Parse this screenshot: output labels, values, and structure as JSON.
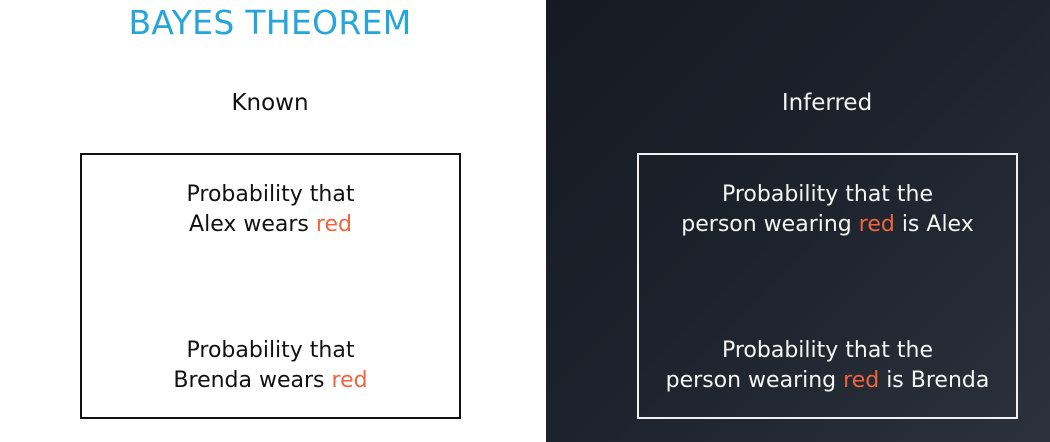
{
  "title": "BAYES THEOREM",
  "colors": {
    "title": "#25a5d9",
    "highlight": "#f0643f",
    "dark_panel": "#1c222b"
  },
  "known": {
    "heading": "Known",
    "statements": [
      {
        "line1": "Probability that",
        "line2_before": "Alex wears ",
        "highlight": "red",
        "line2_after": ""
      },
      {
        "line1": "Probability that",
        "line2_before": "Brenda wears ",
        "highlight": "red",
        "line2_after": ""
      }
    ]
  },
  "inferred": {
    "heading": "Inferred",
    "statements": [
      {
        "line1": "Probability that the",
        "line2_before": "person wearing ",
        "highlight": "red",
        "line2_after": " is Alex"
      },
      {
        "line1": "Probability that the",
        "line2_before": "person wearing ",
        "highlight": "red",
        "line2_after": " is Brenda"
      }
    ]
  }
}
